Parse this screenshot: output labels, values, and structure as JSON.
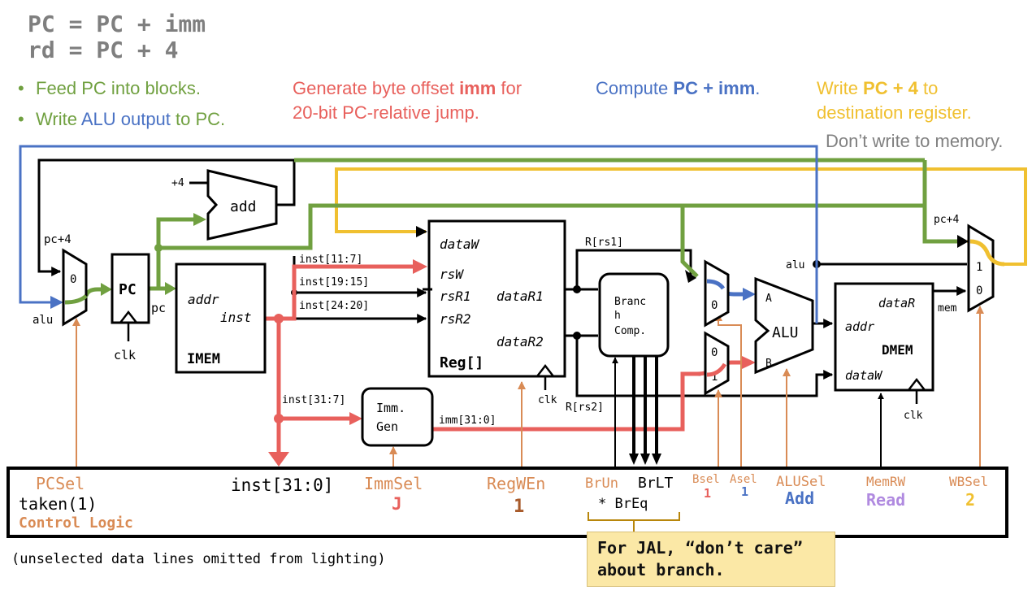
{
  "equations": {
    "line1": "PC = PC + imm",
    "line2": "rd = PC + 4"
  },
  "notes": {
    "green_1": "Feed PC into blocks.",
    "green_2_pre": "Write ",
    "green_2_alu": "ALU",
    "green_2_mid": " output",
    "green_2_post": " to PC.",
    "red_1_pre": "Generate byte offset ",
    "red_1_bold": "imm",
    "red_1_post": " for",
    "red_2": "20-bit PC-relative jump.",
    "blue_pre": "Compute ",
    "blue_bold": "PC + imm",
    "blue_post": ".",
    "yellow_pre": "Write ",
    "yellow_bold": "PC + 4",
    "yellow_post": " to",
    "yellow_2": "destination register.",
    "gray": "Don’t write to memory."
  },
  "diagram": {
    "add": "add",
    "plus4": "+4",
    "pc_plus4": "pc+4",
    "pc_plus4_right": "pc+4",
    "alu_left": "alu",
    "alu_right": "alu",
    "mux_0": "0",
    "pc": "PC",
    "clk": "clk",
    "pc_out": "pc",
    "imem_addr": "addr",
    "imem_inst": "inst",
    "imem_name": "IMEM",
    "inst_11_7": "inst[11:7]",
    "inst_19_15": "inst[19:15]",
    "inst_24_20": "inst[24:20]",
    "inst_31_7": "inst[31:7]",
    "reg_dataW": "dataW",
    "reg_rsW": "rsW",
    "reg_rsR1": "rsR1",
    "reg_rsR2": "rsR2",
    "reg_dataR1": "dataR1",
    "reg_dataR2": "dataR2",
    "reg_name": "Reg[]",
    "reg_clk": "clk",
    "r_rs1": "R[rs1]",
    "r_rs2": "R[rs2]",
    "branch_1": "Branc",
    "branch_2": "h",
    "branch_3": "Comp.",
    "immgen_1": "Imm.",
    "immgen_2": "Gen",
    "imm_31_0": "imm[31:0]",
    "amux_0": "0",
    "bmux_0": "0",
    "bmux_1": "1",
    "alu_A": "A",
    "alu_B": "B",
    "alu_name": "ALU",
    "dmem_dataR": "dataR",
    "dmem_addr": "addr",
    "dmem_name": "DMEM",
    "dmem_dataW": "dataW",
    "dmem_clk": "clk",
    "mem": "mem",
    "wbmux_1": "1",
    "wbmux_0": "0"
  },
  "control": {
    "pcsel": "PCSel",
    "taken": "taken(1)",
    "control_logic": "Control Logic",
    "inst": "inst[31:0]",
    "immsel": "ImmSel",
    "immsel_val": "J",
    "regwen": "RegWEn",
    "regwen_val": "1",
    "brun": "BrUn",
    "brlt": "BrLT",
    "breq": "* BrEq",
    "bsel": "Bsel",
    "bsel_val": "1",
    "asel": "Asel",
    "asel_val": "1",
    "alusel": "ALUSel",
    "alusel_val": "Add",
    "memrw": "MemRW",
    "memrw_val": "Read",
    "wbsel": "WBSel",
    "wbsel_val": "2"
  },
  "footnote": "(unselected data lines omitted from lighting)",
  "callout": {
    "line1": "For JAL, “don’t care”",
    "line2": "about branch."
  },
  "colors": {
    "green": "#70a040",
    "red": "#e8605c",
    "blue": "#4a72c4",
    "yellow": "#f0c030",
    "orange": "#d98b55",
    "gray": "#7f7f7f",
    "purple": "#b08ae0",
    "brown": "#a85a2a"
  }
}
